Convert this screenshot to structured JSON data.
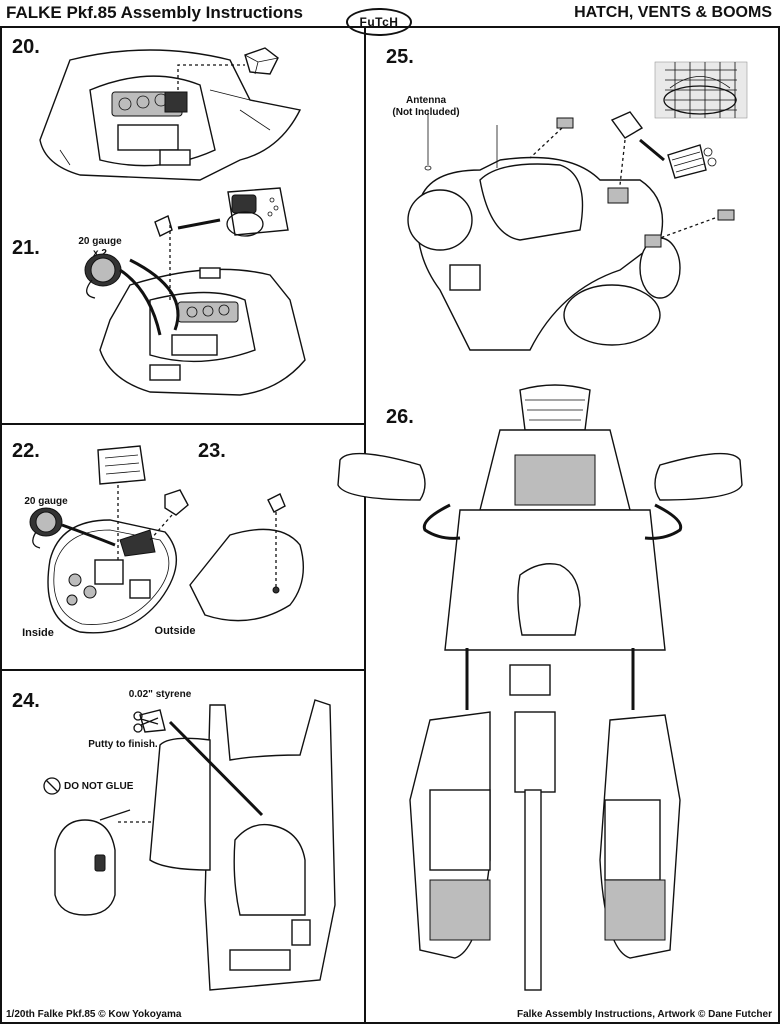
{
  "header": {
    "title": "FALKE Pkf.85 Assembly Instructions",
    "logo": "FuTcH",
    "section": "HATCH, VENTS & BOOMS"
  },
  "steps": {
    "s20": "20.",
    "s21": "21.",
    "s22": "22.",
    "s23": "23.",
    "s24": "24.",
    "s25": "25.",
    "s26": "26."
  },
  "labels": {
    "gauge_21_line1": "20 gauge",
    "gauge_21_line2": "x 2",
    "gauge_22": "20 gauge",
    "inside": "Inside",
    "outside": "Outside",
    "styrene": "0.02\" styrene",
    "putty": "Putty to finish.",
    "do_not_glue": "DO NOT GLUE",
    "antenna_line1": "Antenna",
    "antenna_line2": "(Not Included)"
  },
  "footer": {
    "left": "1/20th Falke Pkf.85 © Kow Yokoyama",
    "right": "Falke Assembly Instructions, Artwork © Dane Futcher"
  }
}
